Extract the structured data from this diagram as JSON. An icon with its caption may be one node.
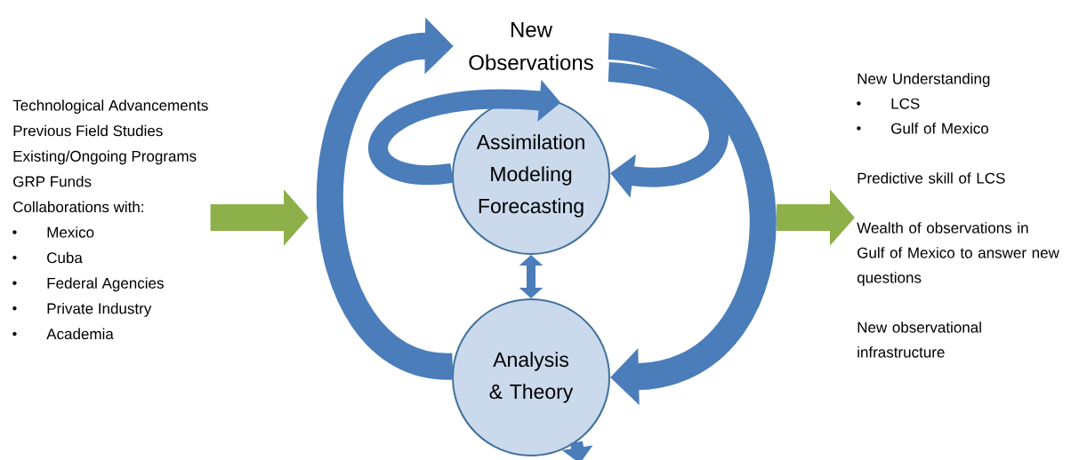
{
  "diagram": {
    "nodes": [
      {
        "text": [
          "New Observations"
        ]
      },
      {
        "text": [
          "Assimilation Modeling Forecasting"
        ]
      },
      {
        "text": [
          "Analysis & Theory"
        ]
      },
      {
        "text": [
          "Technological Advancements",
          "Previous Field Studies",
          "Existing/Ongoing Programs",
          "GRP Funds",
          "Collaborations with:",
          "Mexico",
          "Cuba",
          "Federal Agencies",
          "Private Industry",
          "Academia"
        ]
      },
      {
        "text": [
          "New Understanding",
          "LCS",
          "Gulf of Mexico",
          "Predictive skill of LCS",
          "Wealth of observations in Gulf of Mexico to answer new questions",
          "New observational infrastructure"
        ]
      }
    ],
    "edges": [
      {
        "from": 2,
        "to": 0,
        "arrow": "to"
      },
      {
        "from": 0,
        "to": 2,
        "arrow": "to"
      },
      {
        "from": 1,
        "to": 1,
        "arrow": "to"
      },
      {
        "from": 0,
        "to": 1,
        "arrow": "to"
      },
      {
        "from": 1,
        "to": 2,
        "arrow": "both"
      },
      {
        "from": 2,
        "to": null,
        "arrow": "to"
      },
      {
        "from": 3,
        "to": null,
        "arrow": "to",
        "color": "#8db04a"
      },
      {
        "from": null,
        "to": 4,
        "arrow": "to",
        "color": "#8db04a"
      }
    ]
  }
}
